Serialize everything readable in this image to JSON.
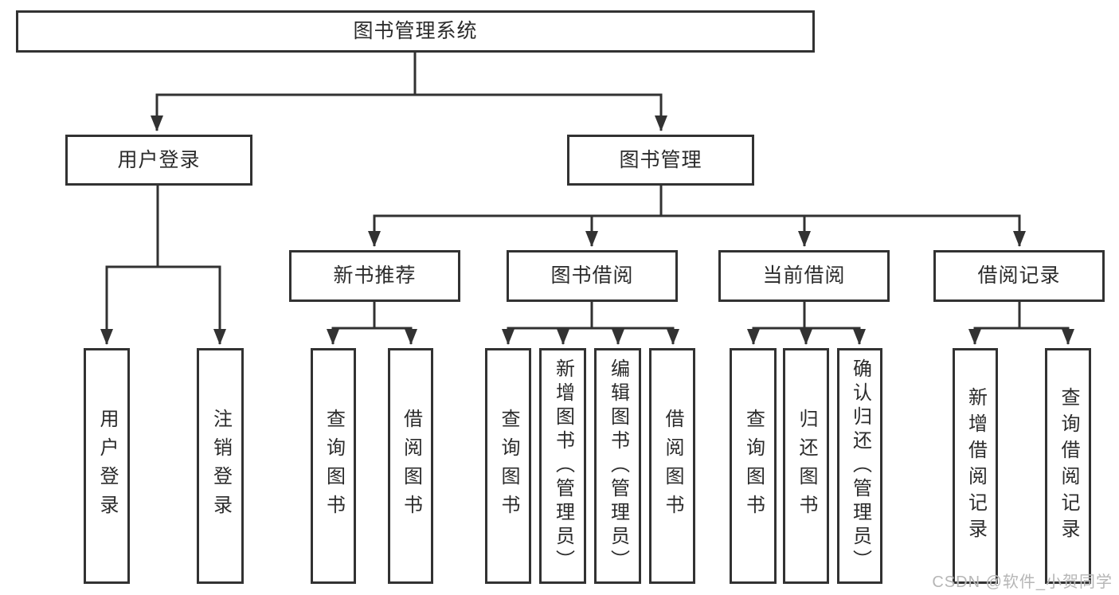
{
  "page": {
    "watermark": "CSDN @软件_小贺同学",
    "background": "#ffffff"
  },
  "colors": {
    "line": "#323232",
    "box_border": "#323232",
    "text": "#2b2b2b",
    "watermark": "#b6b6b6"
  },
  "tree": {
    "label": "图书管理系统",
    "children": [
      {
        "label": "用户登录",
        "children": [
          {
            "label": "用户登录"
          },
          {
            "label": "注销登录"
          }
        ]
      },
      {
        "label": "图书管理",
        "children": [
          {
            "label": "新书推荐",
            "children": [
              {
                "label": "查询图书"
              },
              {
                "label": "借阅图书"
              }
            ]
          },
          {
            "label": "图书借阅",
            "children": [
              {
                "label": "查询图书"
              },
              {
                "label": "新增图书（管理员）"
              },
              {
                "label": "编辑图书（管理员）"
              },
              {
                "label": "借阅图书"
              }
            ]
          },
          {
            "label": "当前借阅",
            "children": [
              {
                "label": "查询图书"
              },
              {
                "label": "归还图书"
              },
              {
                "label": "确认归还（管理员）"
              }
            ]
          },
          {
            "label": "借阅记录",
            "children": [
              {
                "label": "新增借阅记录"
              },
              {
                "label": "查询借阅记录"
              }
            ]
          }
        ]
      }
    ]
  }
}
